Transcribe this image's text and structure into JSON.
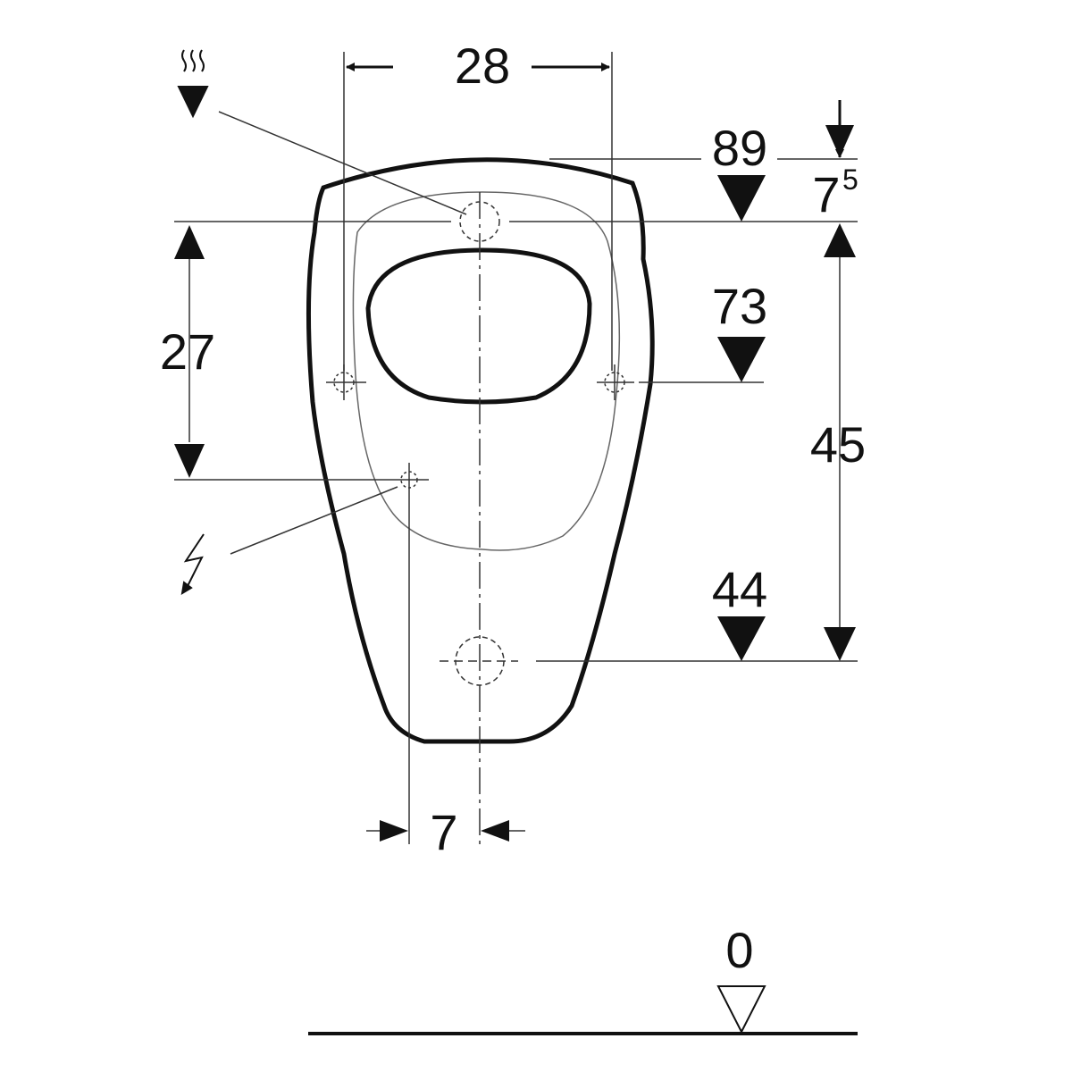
{
  "dimensions": {
    "width_fixing": "28",
    "top_height": "89",
    "top_offset": "7",
    "top_offset_sup": "5",
    "vertical_spacing": "27",
    "fixing_height": "73",
    "total_height": "45",
    "outlet_height": "44",
    "power_offset": "7",
    "floor_level": "0"
  },
  "icons": [
    "water-supply-icon",
    "electrical-supply-icon"
  ],
  "colors": {
    "line": "#111111",
    "thin_line": "#555555"
  }
}
